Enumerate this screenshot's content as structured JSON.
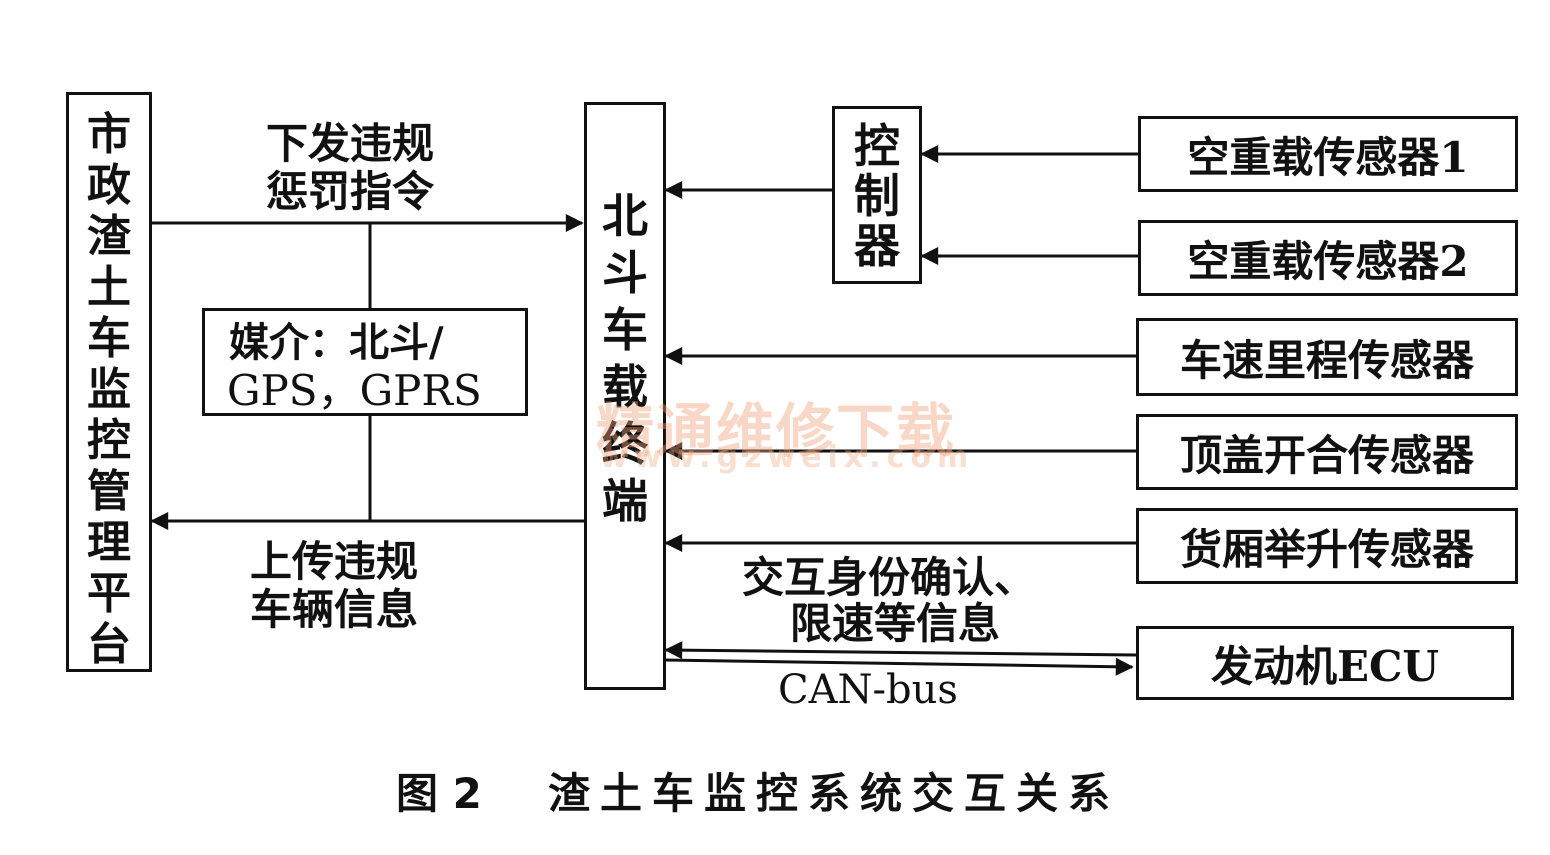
{
  "nodes": {
    "platform": "市政渣土车监控管理平台",
    "terminal": "北斗车载终端",
    "controller": "控制器",
    "medium": [
      "媒介：北斗/",
      "GPS，GPRS"
    ],
    "sensor1": "空重载传感器1",
    "sensor2": "空重载传感器2",
    "speed_sensor": "车速里程传感器",
    "top_cover_sensor": "顶盖开合传感器",
    "lift_sensor": "货厢举升传感器",
    "ecu": "发动机ECU"
  },
  "edge_labels": {
    "downlink": [
      "下发违规",
      "惩罚指令"
    ],
    "uplink": [
      "上传违规",
      "车辆信息"
    ],
    "ecu_info": [
      "交互身份确认、",
      "限速等信息"
    ],
    "canbus": "CAN-bus"
  },
  "caption": {
    "figure": "图 2",
    "title": "渣土车监控系统交互关系"
  },
  "watermark": {
    "cn": "精通维修下载",
    "url": "www.gzweix.com"
  }
}
